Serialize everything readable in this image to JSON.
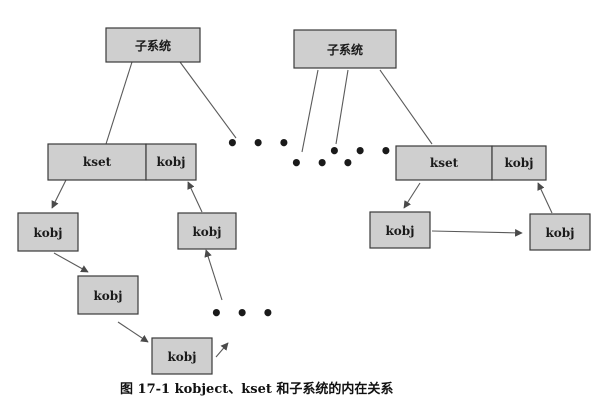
{
  "diagram": {
    "caption": "图 17-1   kobject、kset 和子系统的内在关系",
    "ellipsis": "• • •",
    "labels": {
      "subsystem": "子系统",
      "kset": "kset",
      "kobj": "kobj"
    }
  }
}
